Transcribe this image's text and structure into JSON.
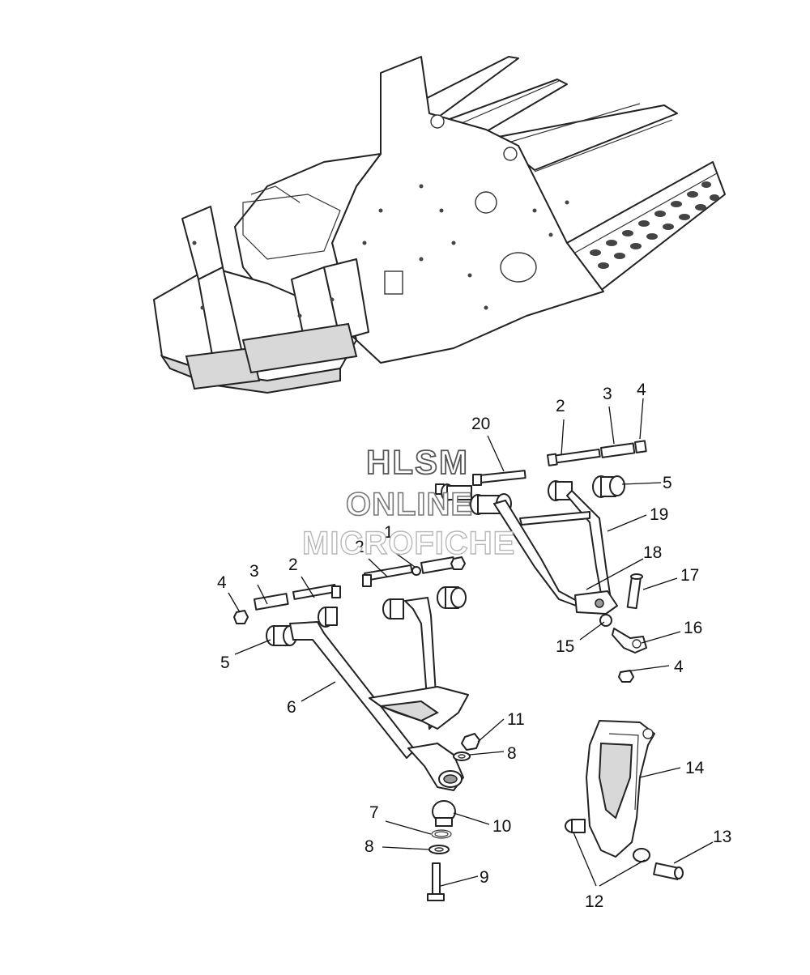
{
  "watermark": {
    "line1": "HLSM",
    "line2": "ONLINE",
    "line3": "MICROFICHE"
  },
  "callouts": [
    {
      "id": "c1",
      "text": "1"
    },
    {
      "id": "c2a",
      "text": "2"
    },
    {
      "id": "c2b",
      "text": "2"
    },
    {
      "id": "c2c",
      "text": "2"
    },
    {
      "id": "c3a",
      "text": "3"
    },
    {
      "id": "c3b",
      "text": "3"
    },
    {
      "id": "c4a",
      "text": "4"
    },
    {
      "id": "c4b",
      "text": "4"
    },
    {
      "id": "c4c",
      "text": "4"
    },
    {
      "id": "c5a",
      "text": "5"
    },
    {
      "id": "c5b",
      "text": "5"
    },
    {
      "id": "c6",
      "text": "6"
    },
    {
      "id": "c7",
      "text": "7"
    },
    {
      "id": "c8a",
      "text": "8"
    },
    {
      "id": "c8b",
      "text": "8"
    },
    {
      "id": "c9",
      "text": "9"
    },
    {
      "id": "c10",
      "text": "10"
    },
    {
      "id": "c11",
      "text": "11"
    },
    {
      "id": "c12",
      "text": "12"
    },
    {
      "id": "c13",
      "text": "13"
    },
    {
      "id": "c14",
      "text": "14"
    },
    {
      "id": "c15",
      "text": "15"
    },
    {
      "id": "c16",
      "text": "16"
    },
    {
      "id": "c17",
      "text": "17"
    },
    {
      "id": "c18",
      "text": "18"
    },
    {
      "id": "c19",
      "text": "19"
    },
    {
      "id": "c20",
      "text": "20"
    }
  ]
}
